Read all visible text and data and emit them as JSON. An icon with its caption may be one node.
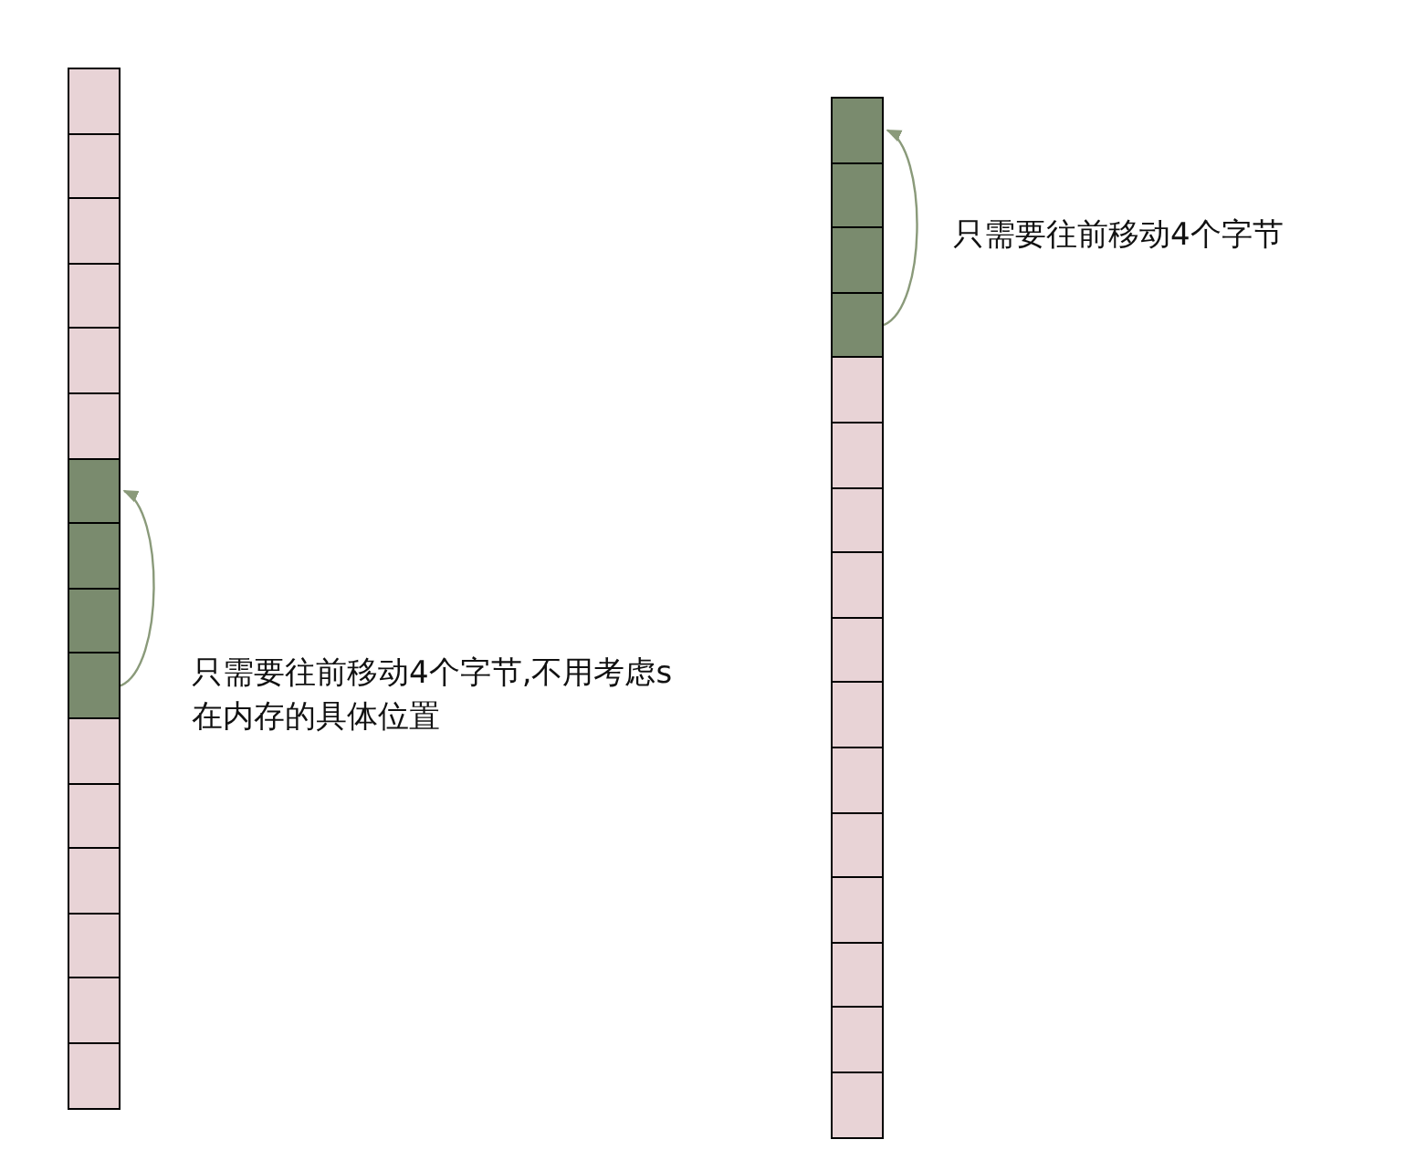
{
  "diagram": {
    "nodes": [
      {
        "text": [],
        "shape": "box"
      },
      {
        "text": [],
        "shape": "box"
      },
      {
        "text": [],
        "shape": "box"
      },
      {
        "text": [],
        "shape": "box"
      },
      {
        "text": [],
        "shape": "box"
      },
      {
        "text": [],
        "shape": "box"
      },
      {
        "text": [],
        "shape": "box"
      },
      {
        "text": [],
        "shape": "box"
      },
      {
        "text": [],
        "shape": "box"
      },
      {
        "text": [],
        "shape": "box"
      },
      {
        "text": [],
        "shape": "box"
      },
      {
        "text": [],
        "shape": "box"
      },
      {
        "text": [],
        "shape": "box"
      },
      {
        "text": [],
        "shape": "box"
      },
      {
        "text": [],
        "shape": "box"
      },
      {
        "text": [],
        "shape": "box"
      },
      {
        "text": [],
        "shape": "box"
      },
      {
        "text": [],
        "shape": "box"
      },
      {
        "text": [],
        "shape": "box"
      },
      {
        "text": [],
        "shape": "box"
      },
      {
        "text": [],
        "shape": "box"
      },
      {
        "text": [],
        "shape": "box"
      },
      {
        "text": [],
        "shape": "box"
      },
      {
        "text": [],
        "shape": "box"
      },
      {
        "text": [],
        "shape": "box"
      },
      {
        "text": [],
        "shape": "box"
      },
      {
        "text": [],
        "shape": "box"
      },
      {
        "text": [],
        "shape": "box"
      },
      {
        "text": [],
        "shape": "box"
      },
      {
        "text": [],
        "shape": "box"
      },
      {
        "text": [],
        "shape": "box"
      },
      {
        "text": [],
        "shape": "box"
      }
    ],
    "edges": [
      {
        "from": 9,
        "to": 6,
        "arrow": "to"
      },
      {
        "from": 19,
        "to": 16,
        "arrow": "to"
      }
    ],
    "labels": [
      "只需要往前移动4个字节,不用考虑s在内存的具体位置",
      "只需要往前移动4个字节"
    ]
  }
}
